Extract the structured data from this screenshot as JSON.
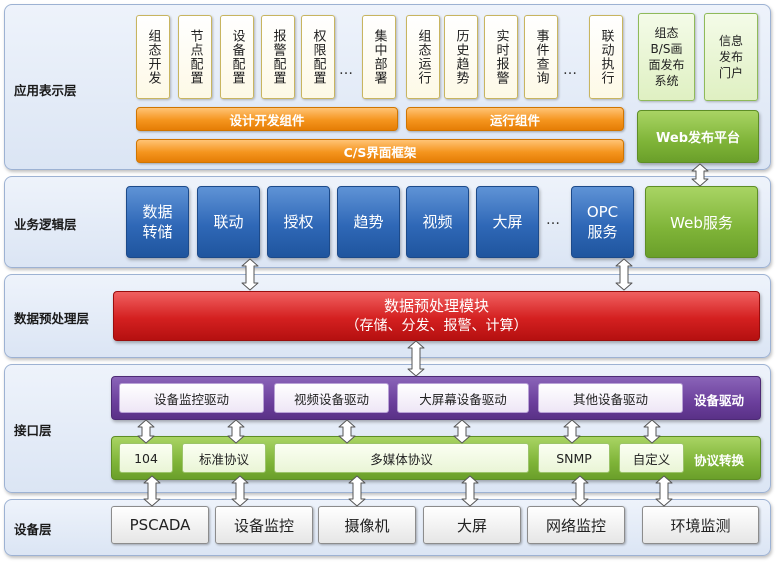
{
  "layers": {
    "presentation": "应用表示层",
    "business": "业务逻辑层",
    "preprocess": "数据预处理层",
    "interface": "接口层",
    "device": "设备层"
  },
  "presentation": {
    "design_items": [
      "组态开发",
      "节点配置",
      "设备配置",
      "报警配置",
      "权限配置",
      "集中部署"
    ],
    "run_items": [
      "组态运行",
      "历史趋势",
      "实时报警",
      "事件查询",
      "联动执行"
    ],
    "ellipsis": "…",
    "web_items": [
      "组态B/S画面发布系统",
      "信息发布门户"
    ],
    "design_component": "设计开发组件",
    "run_component": "运行组件",
    "cs_framework": "C/S界面框架",
    "web_platform": "Web发布平台"
  },
  "business": {
    "items": [
      "数据转储",
      "联动",
      "授权",
      "趋势",
      "视频",
      "大屏",
      "OPC服务"
    ],
    "ellipsis": "…",
    "web_service": "Web服务"
  },
  "preprocess": {
    "title": "数据预处理模块",
    "subtitle": "（存储、分发、报警、计算）"
  },
  "interface": {
    "drivers": [
      "设备监控驱动",
      "视频设备驱动",
      "大屏幕设备驱动",
      "其他设备驱动"
    ],
    "driver_label": "设备驱动",
    "protocols": [
      "104",
      "标准协议",
      "多媒体协议",
      "SNMP",
      "自定义"
    ],
    "protocol_label": "协议转换"
  },
  "device": {
    "items": [
      "PSCADA",
      "设备监控",
      "摄像机",
      "大屏",
      "网络监控",
      "环境监测"
    ]
  },
  "colors": {
    "layer_bg": "#dbe5f4",
    "orange": "#f5951e",
    "green": "#7fb438",
    "blue": "#2f68b7",
    "red": "#d42020",
    "purple": "#6b3f9c"
  }
}
